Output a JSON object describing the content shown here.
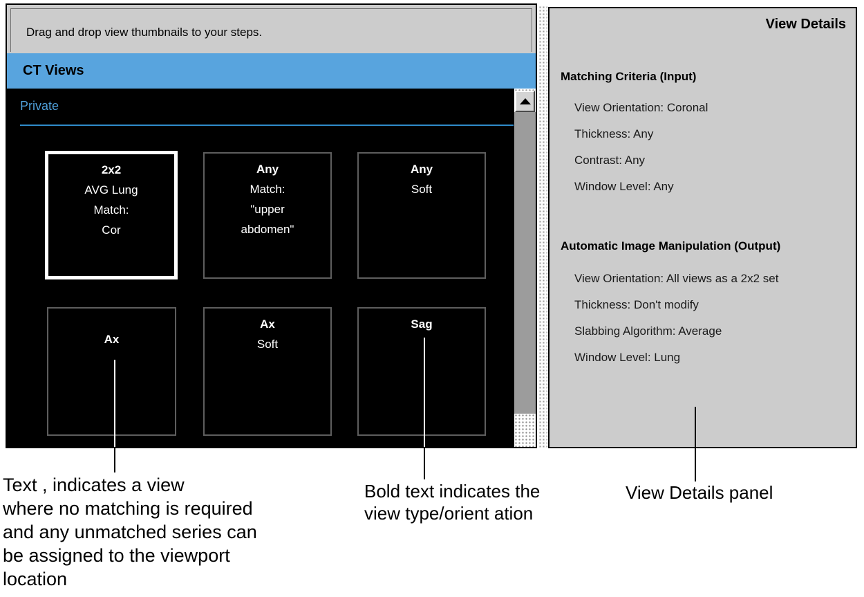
{
  "left_panel": {
    "instruction": "Drag and drop view thumbnails to your steps.",
    "header": "CT Views",
    "group_label": "Private",
    "thumbnails": [
      {
        "type": "2x2",
        "lines": [
          "AVG Lung",
          "Match:",
          "Cor"
        ],
        "selected": true
      },
      {
        "type": "Any",
        "lines": [
          "Match:",
          "\"upper",
          "abdomen\""
        ],
        "selected": false
      },
      {
        "type": "Any",
        "lines": [
          "Soft"
        ],
        "selected": false
      },
      {
        "type": "Ax",
        "lines": [],
        "selected": false
      },
      {
        "type": "Ax",
        "lines": [
          "Soft"
        ],
        "selected": false
      },
      {
        "type": "Sag",
        "lines": [],
        "selected": false
      }
    ]
  },
  "right_panel": {
    "title": "View Details",
    "sections": [
      {
        "heading": "Matching Criteria (Input)",
        "items": [
          "View Orientation: Coronal",
          "Thickness: Any",
          "Contrast: Any",
          "Window Level: Any"
        ]
      },
      {
        "heading": "Automatic Image Manipulation (Output)",
        "items": [
          "View Orientation: All views as a 2x2 set",
          "Thickness: Don't modify",
          "Slabbing Algorithm: Average",
          "Window Level: Lung"
        ]
      }
    ]
  },
  "annotations": {
    "left": {
      "line1": "Text , indicates a view",
      "line2": "where no matching is required",
      "line3": "and any unmatched series can",
      "line4": "be assigned to the viewport",
      "line5": "location"
    },
    "middle": {
      "line1": "Bold text indicates the",
      "line2": "view type/orient ation"
    },
    "right": {
      "line1": "View Details panel"
    }
  },
  "colors": {
    "header_blue": "#58a4de",
    "private_blue": "#4f9fd9",
    "panel_gray": "#cccccc",
    "thumb_border_gray": "#5e5e5e",
    "selected_border": "#ffffff",
    "thumb_bg": "#000000"
  }
}
